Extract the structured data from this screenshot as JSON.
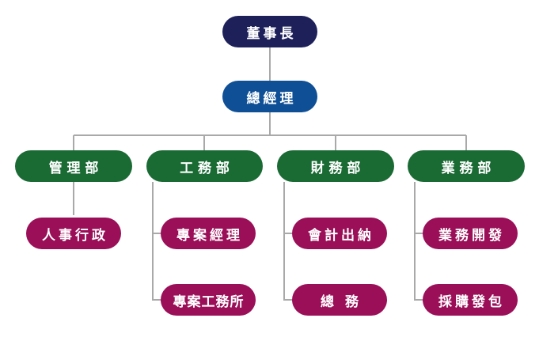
{
  "chairman": "董事長",
  "general_manager": "總經理",
  "departments": [
    {
      "name": "管 理 部",
      "subs": [
        "人事行政"
      ]
    },
    {
      "name": "工 務 部",
      "subs": [
        "專案經理",
        "專案工務所"
      ]
    },
    {
      "name": "財 務 部",
      "subs": [
        "會計出納",
        "總 務"
      ]
    },
    {
      "name": "業 務 部",
      "subs": [
        "業務開發",
        "採購發包"
      ]
    }
  ],
  "colors": {
    "chairman": "#1e2159",
    "general_manager": "#0f4f96",
    "department": "#1a6a34",
    "sub_unit": "#9a0f58",
    "connector": "#a9a9a9"
  }
}
